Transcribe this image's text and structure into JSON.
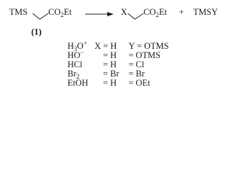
{
  "scheme": {
    "reactant": {
      "left_group": "TMS",
      "right_group_main": "CO",
      "right_group_sub": "2",
      "right_group_tail": "Et",
      "label": "(1)"
    },
    "product": {
      "left_group": "X",
      "right_group_main": "CO",
      "right_group_sub": "2",
      "right_group_tail": "Et"
    },
    "plus": "+",
    "byproduct": "TMSY"
  },
  "conditions": [
    {
      "reagent_main": "H",
      "reagent_sub": "3",
      "reagent_tail": "O",
      "reagent_sup": "+",
      "x_label": "X = H",
      "y_label": "Y = OTMS"
    },
    {
      "reagent_main": "HO",
      "reagent_sub": "",
      "reagent_tail": "",
      "reagent_sup": "−",
      "x_label": "= H",
      "y_label": "= OTMS"
    },
    {
      "reagent_main": "HCl",
      "reagent_sub": "",
      "reagent_tail": "",
      "reagent_sup": "",
      "x_label": "= H",
      "y_label": "= Cl"
    },
    {
      "reagent_main": "Br",
      "reagent_sub": "2",
      "reagent_tail": "",
      "reagent_sup": "",
      "x_label": "= Br",
      "y_label": "= Br"
    },
    {
      "reagent_main": "EtOH",
      "reagent_sub": "",
      "reagent_tail": "",
      "reagent_sup": "",
      "x_label": "= H",
      "y_label": "= OEt"
    }
  ],
  "colors": {
    "ink": "#1a1a1a",
    "background": "#ffffff"
  }
}
